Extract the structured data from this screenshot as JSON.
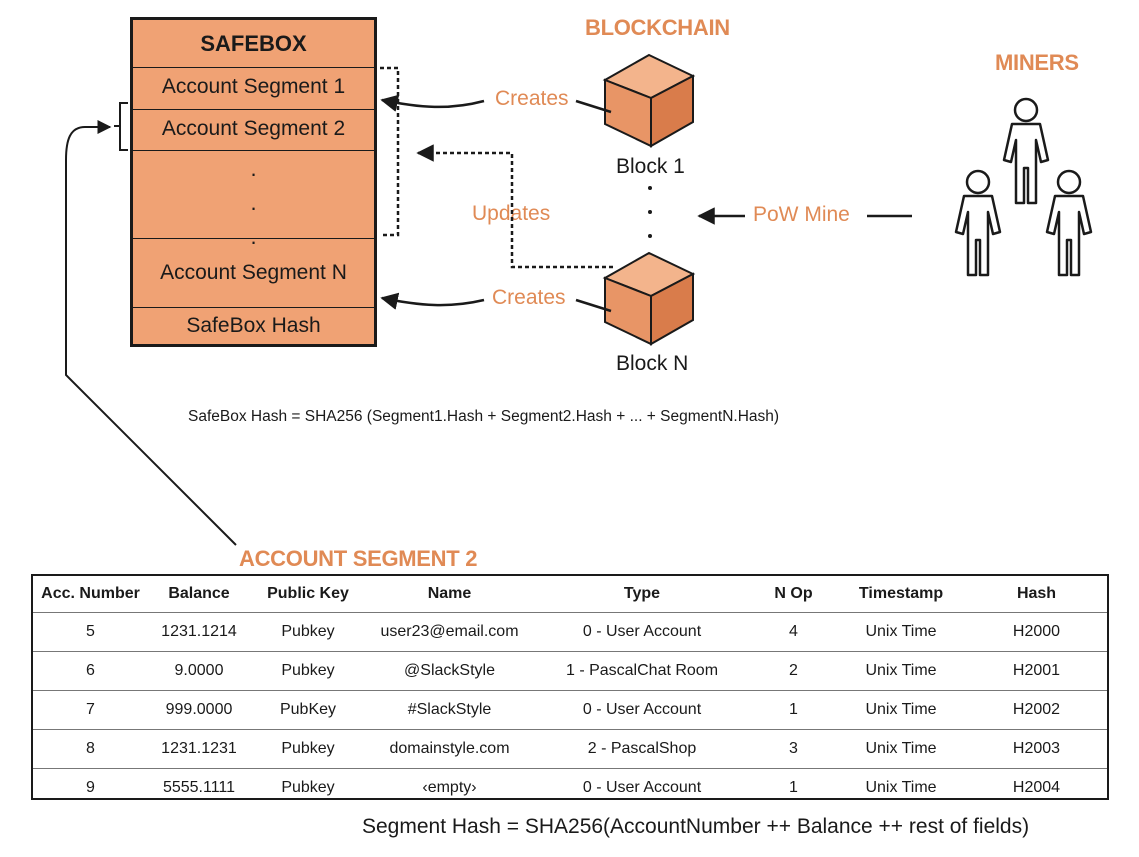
{
  "safebox": {
    "title": "SAFEBOX",
    "segment1": "Account Segment 1",
    "segment2": "Account Segment 2",
    "dots": "·",
    "segmentN": "Account Segment N",
    "hash": "SafeBox Hash"
  },
  "blockchain": {
    "title": "BLOCKCHAIN",
    "block1": "Block 1",
    "blockN": "Block N",
    "creates1": "Creates",
    "creates2": "Creates",
    "updates": "Updates"
  },
  "miners": {
    "title": "MINERS",
    "pow": "PoW Mine"
  },
  "safebox_formula": "SafeBox Hash = SHA256 (Segment1.Hash + Segment2.Hash + ... + SegmentN.Hash)",
  "segment_title": "ACCOUNT SEGMENT 2",
  "table": {
    "headers": [
      "Acc. Number",
      "Balance",
      "Public Key",
      "Name",
      "Type",
      "N Op",
      "Timestamp",
      "Hash"
    ],
    "rows": [
      [
        "5",
        "1231.1214",
        "Pubkey",
        "user23@email.com",
        "0 - User Account",
        "4",
        "Unix Time",
        "H2000"
      ],
      [
        "6",
        "9.0000",
        "Pubkey",
        "@SlackStyle",
        "1 - PascalChat Room",
        "2",
        "Unix Time",
        "H2001"
      ],
      [
        "7",
        "999.0000",
        "PubKey",
        "#SlackStyle",
        "0 - User Account",
        "1",
        "Unix Time",
        "H2002"
      ],
      [
        "8",
        "1231.1231",
        "Pubkey",
        "domainstyle.com",
        "2 - PascalShop",
        "3",
        "Unix Time",
        "H2003"
      ],
      [
        "9",
        "5555.1111",
        "Pubkey",
        "‹empty›",
        "0 - User Account",
        "1",
        "Unix Time",
        "H2004"
      ]
    ]
  },
  "segment_formula": "Segment Hash = SHA256(AccountNumber ++  Balance ++ rest of fields)",
  "colors": {
    "accent": "#e08a55",
    "box_fill": "#f0a274",
    "ink": "#1a1a1a"
  }
}
